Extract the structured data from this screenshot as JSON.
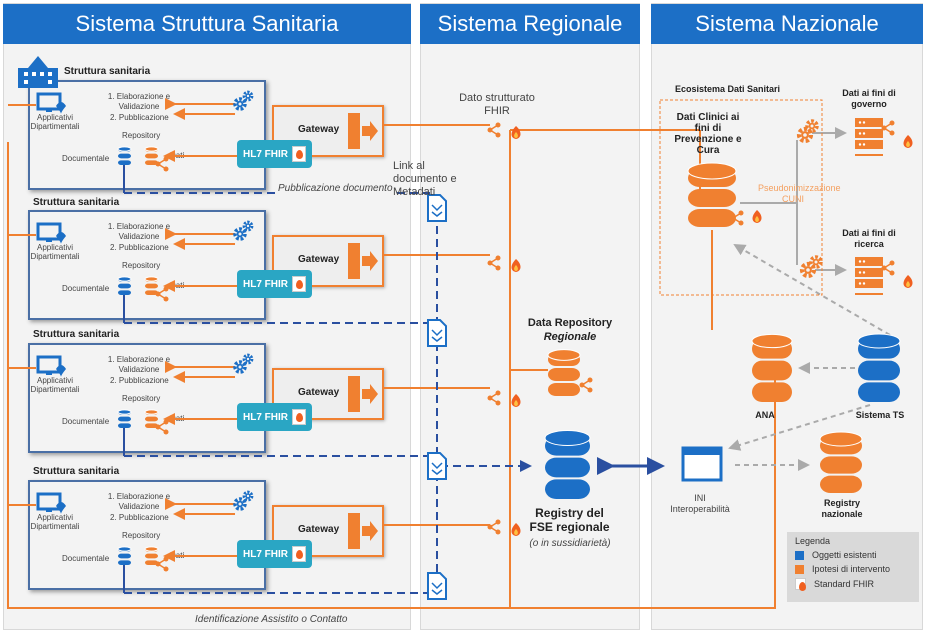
{
  "headers": {
    "left": "Sistema Struttura Sanitaria",
    "middle": "Sistema Regionale",
    "right": "Sistema Nazionale"
  },
  "structure": {
    "title": "Struttura sanitaria",
    "applicativi": "Applicativi Dipartimentali",
    "step1": "1. Elaborazione e Validazione",
    "step2": "2. Pubblicazione",
    "repository": "Repository",
    "documentale": "Documentale",
    "dati": "Dati",
    "gateway": "Gateway",
    "hl7": "HL7 FHIR",
    "count": 4
  },
  "labels": {
    "pubblicazione_documento": "Pubblicazione documento",
    "identificazione": "Identificazione Assistito o Contatto",
    "dato_strutturato": "Dato strutturato FHIR",
    "link_documento": "Link al documento e Metadati",
    "data_repository": "Data Repository",
    "regionale": "Regionale",
    "registry_fse": "Registry del FSE regionale",
    "sussidiarieta": "(o in sussidiarietà)",
    "ecosistema": "Ecosistema Dati Sanitari",
    "dati_clinici": "Dati Clinici ai fini di Prevenzione e Cura",
    "pseudonimizzazione": "Pseudonimizzazione CUNI",
    "governo": "Dati ai fini di governo",
    "ricerca": "Dati ai fini di ricerca",
    "ana": "ANA",
    "sistema_ts": "Sistema TS",
    "ini": "INI Interoperabilità",
    "registry_nazionale": "Registry nazionale"
  },
  "legend": {
    "title": "Legenda",
    "items": [
      {
        "label": "Oggetti esistenti",
        "color": "#1c6fc6"
      },
      {
        "label": "Ipotesi di intervento",
        "color": "#f08030"
      },
      {
        "label": "Standard FHIR",
        "icon": "fhir-flame-icon"
      }
    ]
  },
  "colors": {
    "blue": "#1c6fc6",
    "orange": "#f08030",
    "teal": "#2aa6c4"
  }
}
